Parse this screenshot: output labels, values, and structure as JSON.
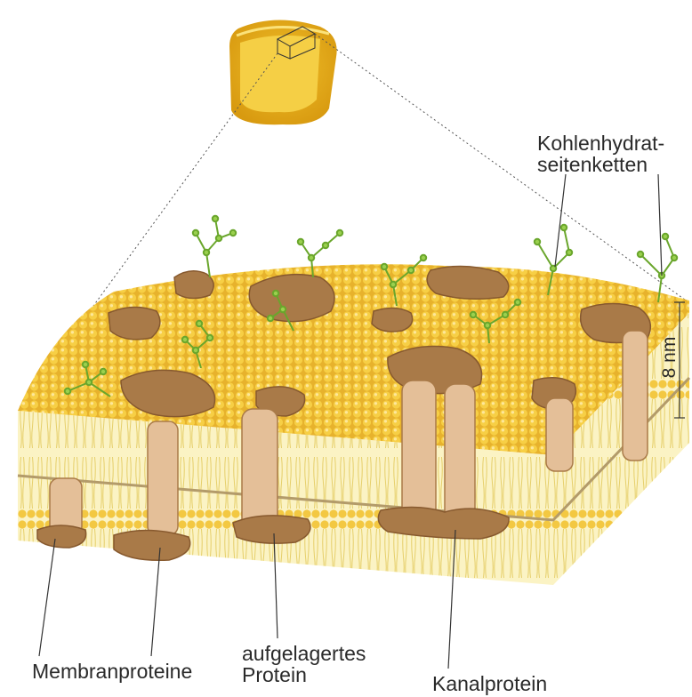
{
  "labels": {
    "carbohydrate_line1": "Kohlenhydrat-",
    "carbohydrate_line2": "seitenketten",
    "membrane_proteins": "Membranproteine",
    "peripheral_line1": "aufgelagertes",
    "peripheral_line2": "Protein",
    "channel_protein": "Kanalprotein",
    "scale": "8 nm"
  },
  "colors": {
    "lipid_head": "#f2c23a",
    "lipid_head_light": "#fbe48a",
    "lipid_tail": "#f7eeb0",
    "protein": "#a97a48",
    "protein_light": "#e4bf98",
    "sugar": "#8cc63f",
    "cell": "#e9b824"
  }
}
